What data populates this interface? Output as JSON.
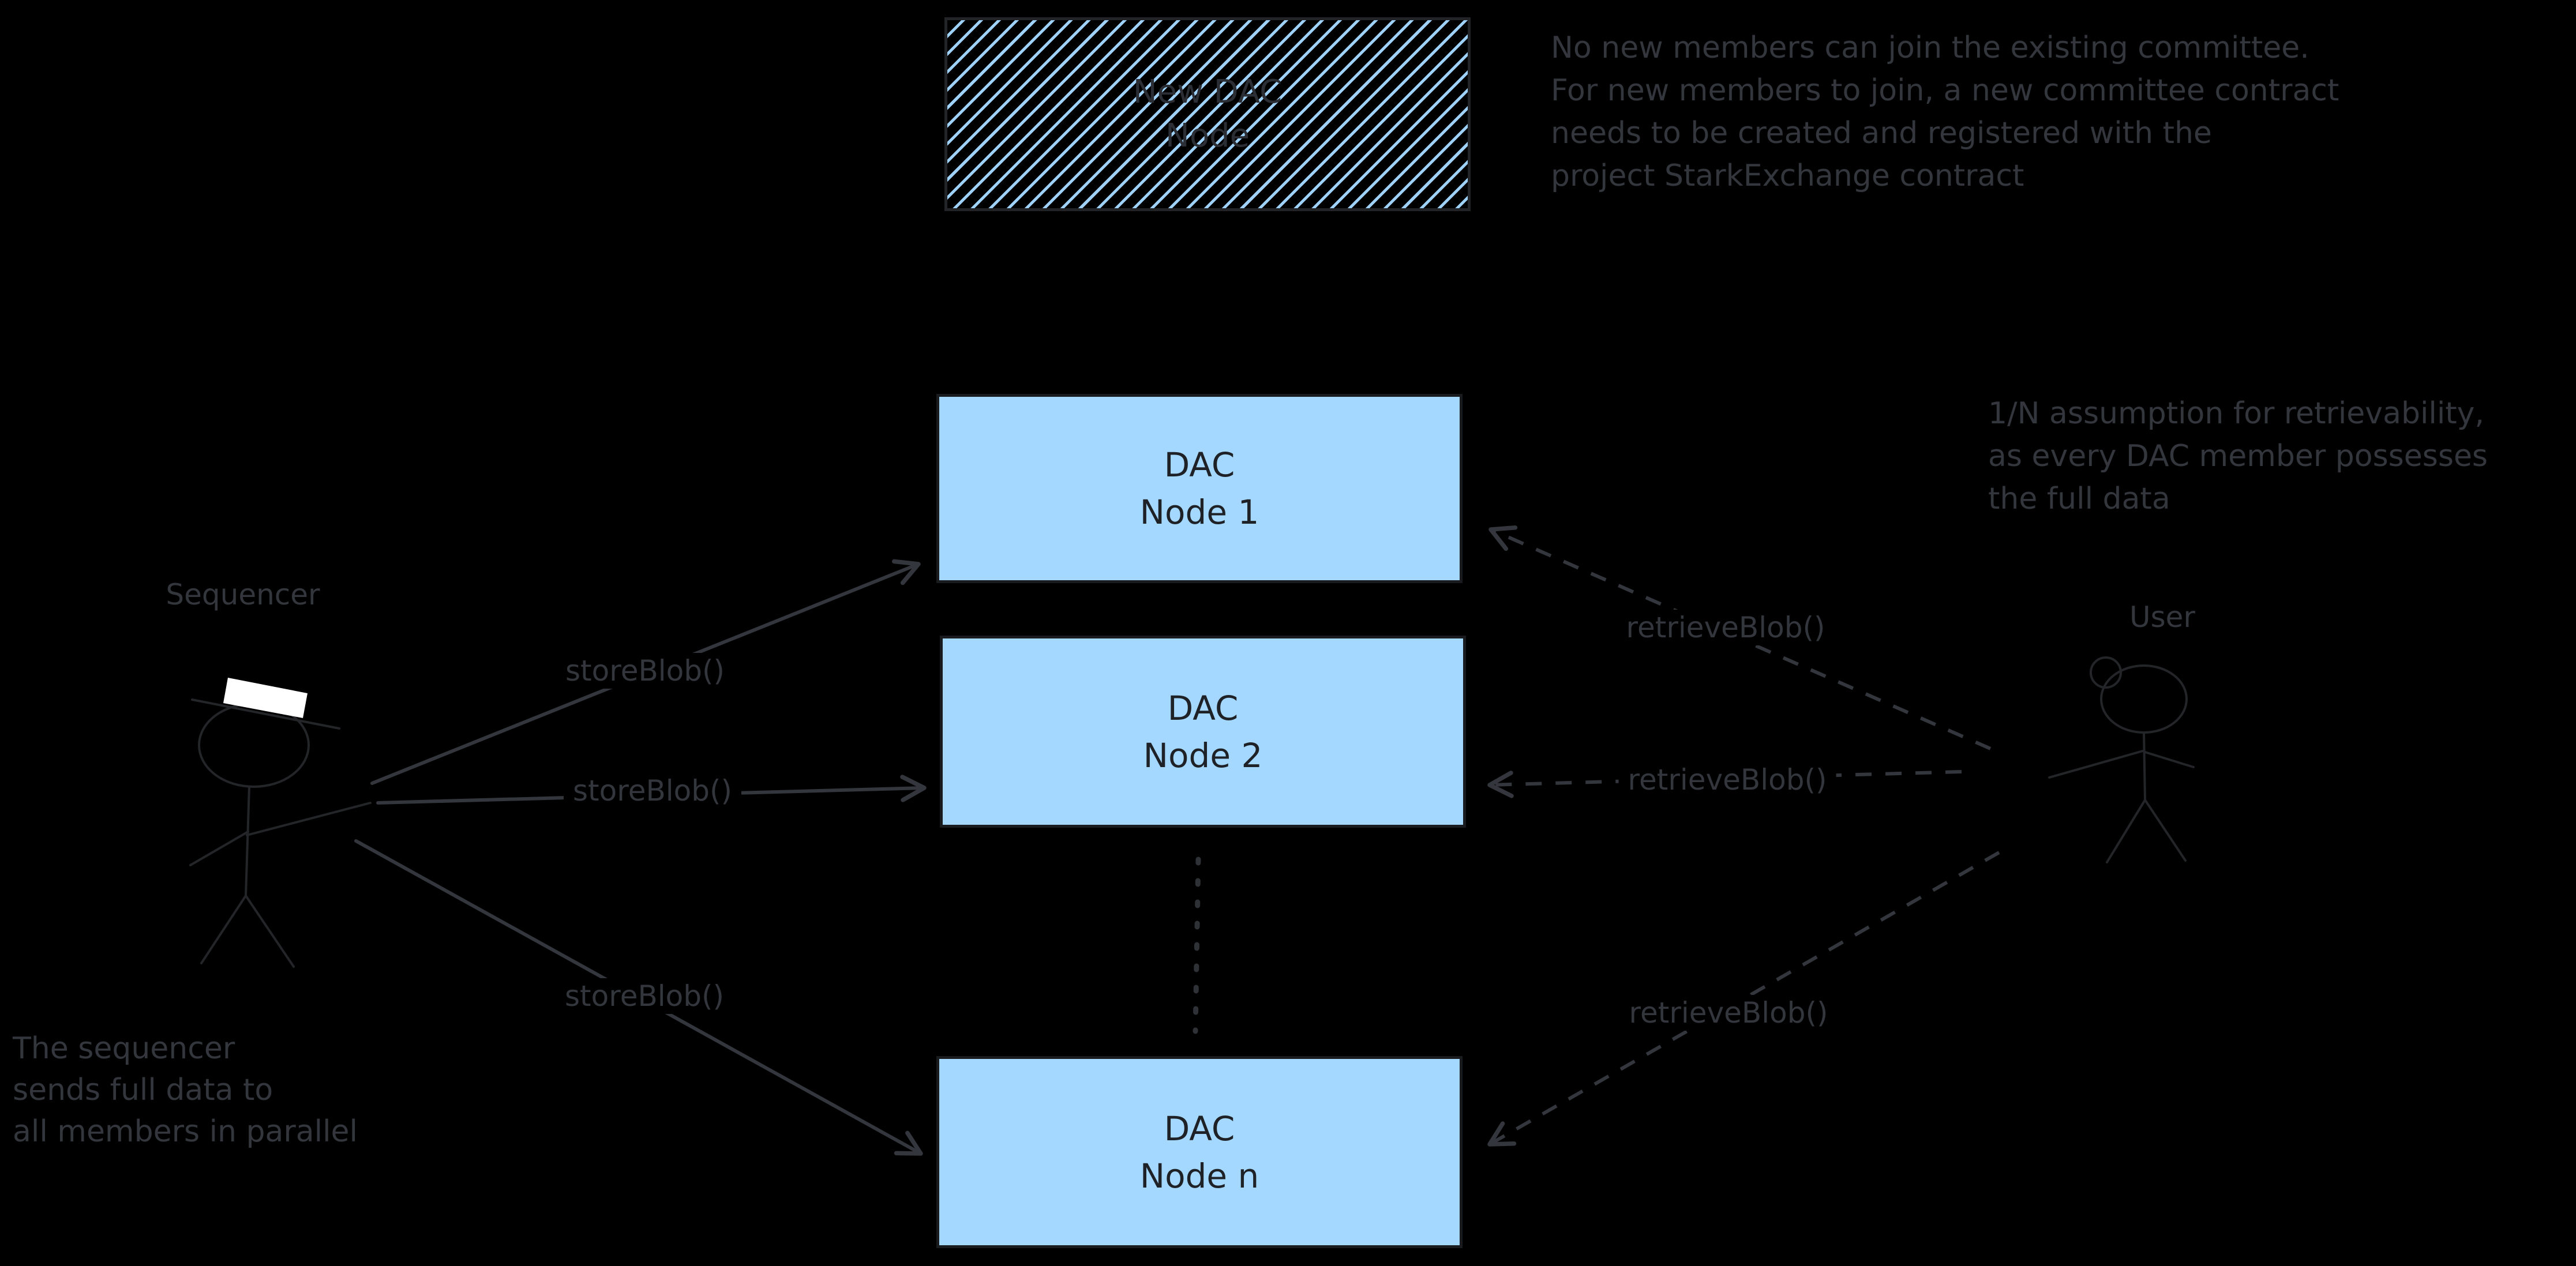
{
  "boxes": {
    "new_dac": {
      "lines": [
        "New DAC",
        "Node"
      ]
    },
    "node1": {
      "lines": [
        "DAC",
        "Node 1"
      ]
    },
    "node2": {
      "lines": [
        "DAC",
        "Node 2"
      ]
    },
    "node_n": {
      "lines": [
        "DAC",
        "Node n"
      ]
    }
  },
  "actors": {
    "sequencer": "Sequencer",
    "user": "User"
  },
  "edges": {
    "store_label": "storeBlob()",
    "retrieve_label": "retrieveBlob()"
  },
  "notes": {
    "committee": [
      "No new members can join the existing committee.",
      "For new members to join, a new committee contract",
      "needs to be created and registered with the",
      "project StarkExchange contract"
    ],
    "retrievability": [
      "1/N assumption for retrievability,",
      "as every DAC member possesses",
      "the full data"
    ],
    "parallel": [
      "The sequencer",
      "sends full data to",
      "all members in parallel"
    ]
  },
  "colors": {
    "background": "#000000",
    "node_fill": "#a5d8ff",
    "node_border": "#1a1b1f",
    "node_text": "#1e2126",
    "hatch_line": "#9fd2fa",
    "ink": "#33363c",
    "figure": "#232529",
    "hat": "#ffffff"
  }
}
